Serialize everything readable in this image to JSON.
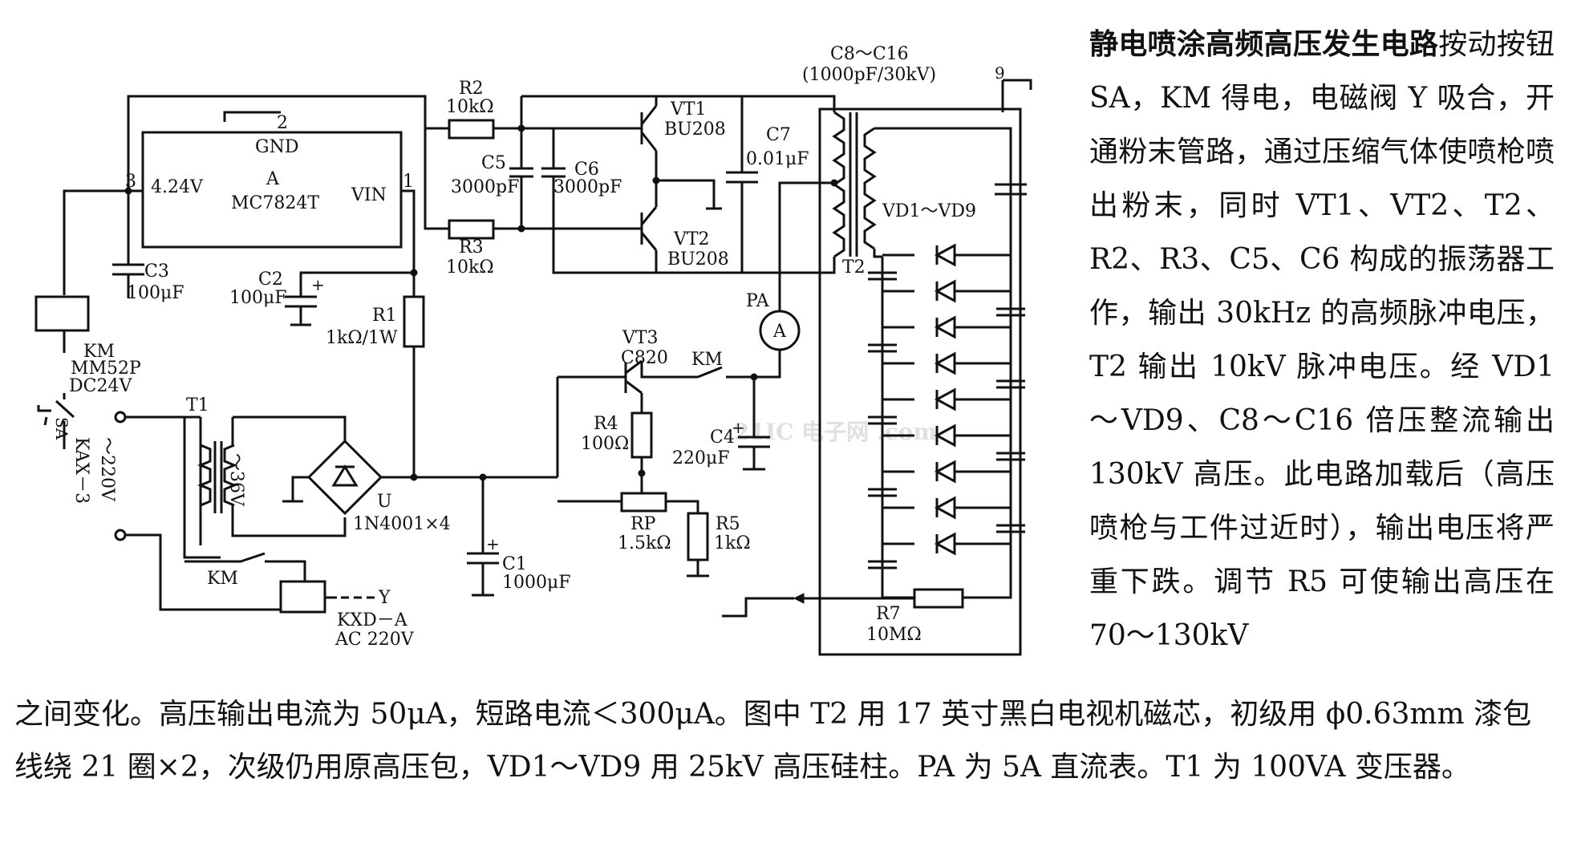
{
  "title": "静电喷涂高频高压发生电路",
  "paragraph_side": "按动按钮 SA，KM 得电，电磁阀 Y 吸合，开通粉末管路，通过压缩气体使喷枪喷出粉末，同时 VT1、VT2、T2、R2、R3、C5、C6 构成的振荡器工作，输出 30kHz 的高频脉冲电压，T2 输出 10kV 脉冲电压。经 VD1～VD9、C8～C16 倍压整流输出 130kV 高压。此电路加载后（高压喷枪与工件过近时），输出电压将严重下跌。调节 R5 可使输出高压在 70～130kV",
  "paragraph_bottom": "之间变化。高压输出电流为 50μA，短路电流＜300μA。图中 T2 用 17 英寸黑白电视机磁芯，初级用 ϕ0.63mm 漆包线绕 21 圈×2，次级仍用原高压包，VD1～VD9 用 25kV 高压硅柱。PA 为 5A 直流表。T1 为 100VA 变压器。",
  "watermark": "21IC 电子网 .com",
  "labels": {
    "c8c16": "C8～C16",
    "c8c16_val": "(1000pF/30kV)",
    "pin9": "9",
    "pin2": "2",
    "gnd": "GND",
    "pin3": "3",
    "v424": "4.24V",
    "ic_a": "A",
    "ic_part": "MC7824T",
    "vin": "VIN",
    "pin1": "1",
    "r2": "R2",
    "r2_val": "10kΩ",
    "r3": "R3",
    "r3_val": "10kΩ",
    "c5": "C5",
    "c5_val": "3000pF",
    "c6": "C6",
    "c6_val": "3000pF",
    "vt1": "VT1",
    "vt1_part": "BU208",
    "vt2": "VT2",
    "vt2_part": "BU208",
    "c7": "C7",
    "c7_val": "0.01μF",
    "t2": "T2",
    "vd": "VD1～VD9",
    "c3": "C3",
    "c3_val": "100μF",
    "c2": "C2",
    "c2_val": "100μF",
    "r1": "R1",
    "r1_val": "1kΩ/1W",
    "km": "KM",
    "km_part": "MM52P",
    "km_volt": "DC24V",
    "sa": "SA",
    "kax": "KAX－3",
    "ac220": "～220V",
    "t1": "T1",
    "v36": "～36V",
    "u": "U",
    "u_part": "1N4001×4",
    "pa": "PA",
    "meter": "A",
    "vt3": "VT3",
    "vt3_part": "C820",
    "km2": "KM",
    "r4": "R4",
    "r4_val": "100Ω",
    "c4": "C4",
    "c4_val": "220μF",
    "rp": "RP",
    "rp_val": "1.5kΩ",
    "r5": "R5",
    "r5_val": "1kΩ",
    "c1": "C1",
    "c1_val": "1000μF",
    "km3": "KM",
    "y": "Y",
    "kxd": "KXD－A",
    "kxd_val": "AC 220V",
    "r7": "R7",
    "r7_val": "10MΩ",
    "plus": "+"
  }
}
